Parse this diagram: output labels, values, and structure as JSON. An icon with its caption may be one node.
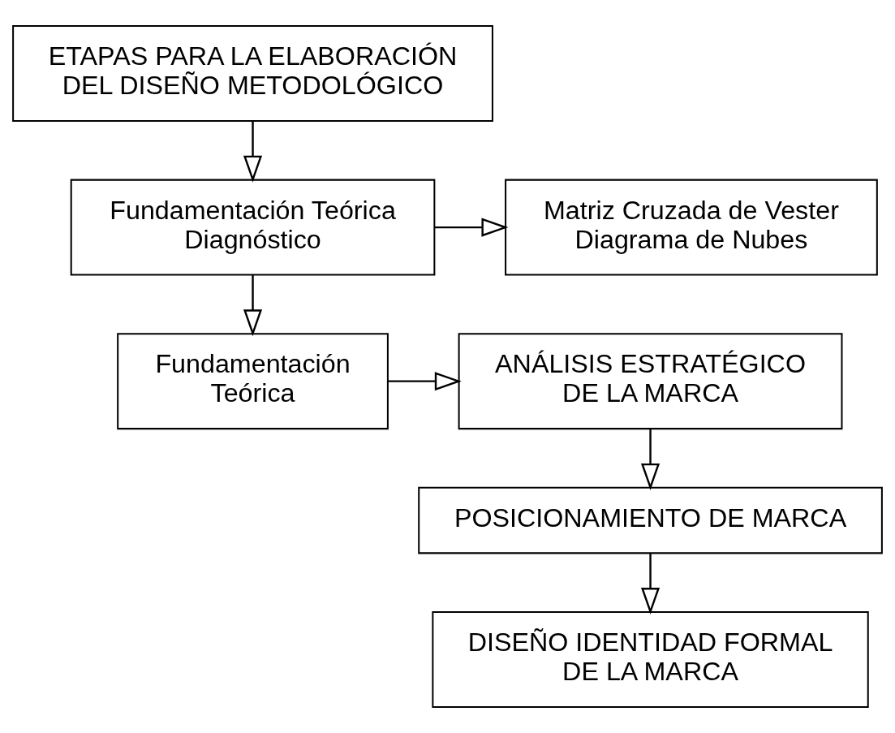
{
  "diagram": {
    "nodes": [
      {
        "text": [
          "ETAPAS PARA LA ELABORACIÓN DEL DISEÑO METODOLÓGICO"
        ]
      },
      {
        "text": [
          "Fundamentación Teórica",
          "Diagnóstico"
        ]
      },
      {
        "text": [
          "Matriz Cruzada de Vester",
          "Diagrama de Nubes"
        ]
      },
      {
        "text": [
          "Fundamentación Teórica"
        ]
      },
      {
        "text": [
          "ANÁLISIS ESTRATÉGICO DE LA MARCA"
        ]
      },
      {
        "text": [
          "POSICIONAMIENTO DE MARCA"
        ]
      },
      {
        "text": [
          "DISEÑO IDENTIDAD FORMAL DE LA MARCA"
        ]
      }
    ],
    "edges": [
      {
        "from": 0,
        "to": 1,
        "arrow": "to"
      },
      {
        "from": 1,
        "to": 2,
        "arrow": "to"
      },
      {
        "from": 1,
        "to": 3,
        "arrow": "to"
      },
      {
        "from": 3,
        "to": 4,
        "arrow": "to"
      },
      {
        "from": 4,
        "to": 5,
        "arrow": "to"
      },
      {
        "from": 5,
        "to": 6,
        "arrow": "to"
      }
    ]
  }
}
